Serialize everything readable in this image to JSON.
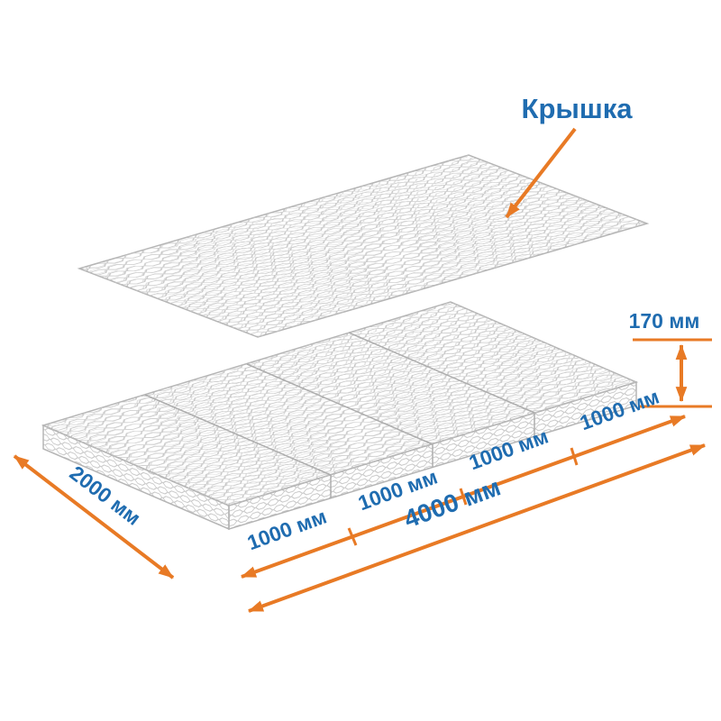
{
  "diagram": {
    "lid_label": "Крышка",
    "height_label": "170 мм",
    "width_label": "2000 мм",
    "segment_labels": [
      "1000 мм",
      "1000 мм",
      "1000 мм",
      "1000 мм"
    ],
    "total_length_label": "4000 мм",
    "colors": {
      "dimension_arrow": "#e87a25",
      "dimension_text": "#1f6cb0",
      "mesh": "#c7c7c7"
    }
  }
}
